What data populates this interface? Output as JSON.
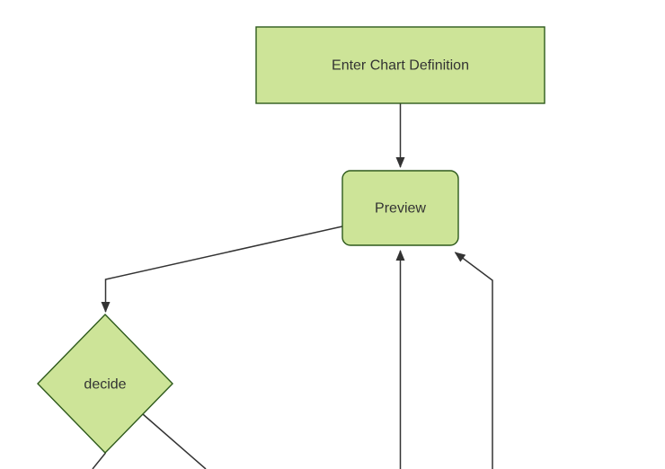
{
  "page": {
    "background": "#ffffff"
  },
  "diagram": {
    "type": "flowchart",
    "direction": "top-down",
    "colors": {
      "node_fill": "#cde498",
      "node_border": "#2e5a1c",
      "edge": "#333333",
      "text": "#333333"
    },
    "nodes": [
      {
        "id": "enter-chart-definition",
        "shape": "rectangle",
        "label": "Enter Chart Definition"
      },
      {
        "id": "preview",
        "shape": "rounded-rectangle",
        "label": "Preview"
      },
      {
        "id": "decide",
        "shape": "diamond",
        "label": "decide"
      }
    ],
    "edges": [
      {
        "from": "enter-chart-definition",
        "to": "preview",
        "arrowhead": true
      },
      {
        "from": "preview",
        "to": "decide",
        "arrowhead": true
      },
      {
        "from": "offscreen-bottom",
        "to": "preview",
        "arrowhead": true
      },
      {
        "from": "offscreen-bottom-right",
        "to": "preview",
        "arrowhead": true
      },
      {
        "from": "decide",
        "to": "offscreen-bottom",
        "arrowhead": false
      },
      {
        "from": "decide",
        "to": "offscreen-bottom-right",
        "arrowhead": false
      }
    ]
  }
}
